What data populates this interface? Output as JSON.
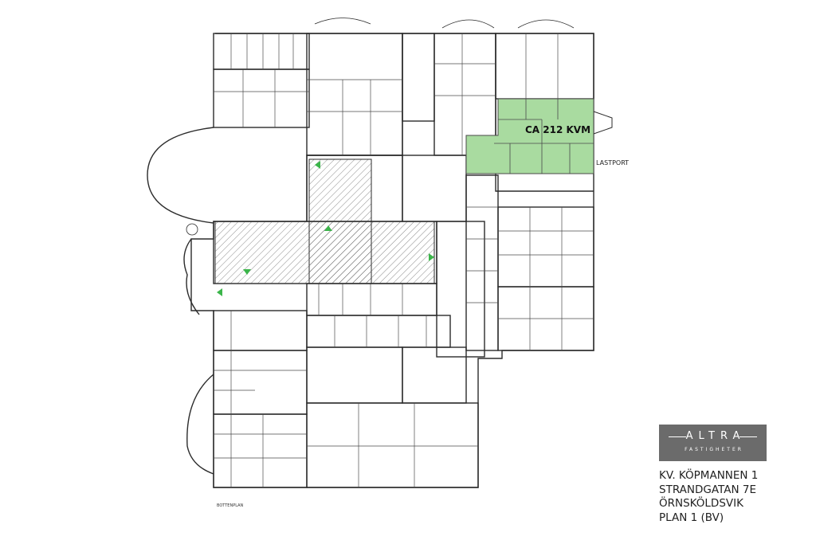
{
  "plan": {
    "area_label": "CA 212 KVM",
    "loading_door_label": "LASTPORT",
    "floor_caption": "BOTTENPLAN",
    "highlight_color": "#a9dba0",
    "line_color": "#2b2b2b"
  },
  "logo": {
    "brand": "ALTRA",
    "tagline": "FASTIGHETER",
    "background_color": "#6b6b6b"
  },
  "address": {
    "line1": "KV. KÖPMANNEN 1",
    "line2": "STRANDGATAN 7E",
    "line3": "ÖRNSKÖLDSVIK",
    "line4": "PLAN 1 (BV)"
  }
}
